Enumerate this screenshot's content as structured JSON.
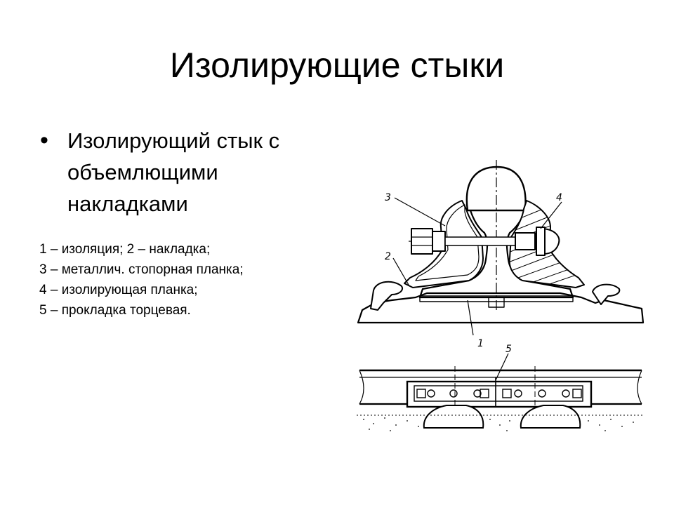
{
  "slide": {
    "title": "Изолирующие стыки",
    "bullet": {
      "lines": [
        "Изолирующий стык с",
        "объемлющими",
        "накладками"
      ]
    },
    "legend": [
      "1 – изоляция; 2 – накладка;",
      "3 – металлич. стопорная планка;",
      "4 – изолирующая планка;",
      "5 – прокладка торцевая."
    ],
    "figure": {
      "cross_section_labels": [
        "3",
        "4",
        "2",
        "1"
      ],
      "side_view_labels": [
        "5"
      ]
    }
  }
}
